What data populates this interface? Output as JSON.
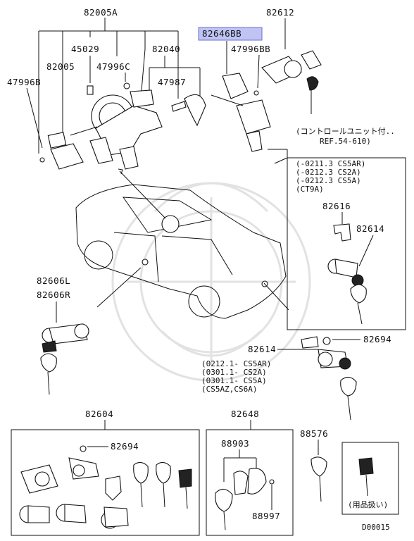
{
  "labels": {
    "p82005A": "82005A",
    "p82612": "82612",
    "p82646BB": "82646BB",
    "p45029": "45029",
    "p82040": "82040",
    "p47996BB": "47996BB",
    "p82005": "82005",
    "p47996C": "47996C",
    "p47996B": "47996B",
    "p47987": "47987",
    "note_control_1": "(コントロールユニット付..",
    "note_control_2": "REF.54-610)",
    "range_box_1": "(-0211.3 CS5AR)",
    "range_box_2": "(-0212.3 CS2A)",
    "range_box_3": "(-0212.3 CS5A)",
    "range_box_4": "(CT9A)",
    "p82616": "82616",
    "p82614_box": "82614",
    "p82606L": "82606L",
    "p82606R": "82606R",
    "p82614": "82614",
    "p82694_top": "82694",
    "range_2_1": "(0212.1- CS5AR)",
    "range_2_2": "(0301.1- CS2A)",
    "range_2_3": "(0301.1- CS5A)",
    "range_2_4": "(CS5AZ,CS6A)",
    "p82604": "82604",
    "p82694_box": "82694",
    "p82648": "82648",
    "p88903": "88903",
    "p88997": "88997",
    "p88576": "88576",
    "accessory_note": "(用品扱い)",
    "diagram_code": "D00015"
  },
  "colors": {
    "highlight_fill": "#bfc4f5",
    "highlight_stroke": "#6b70c8",
    "line": "#111111",
    "watermark": "#e2e2e2"
  }
}
